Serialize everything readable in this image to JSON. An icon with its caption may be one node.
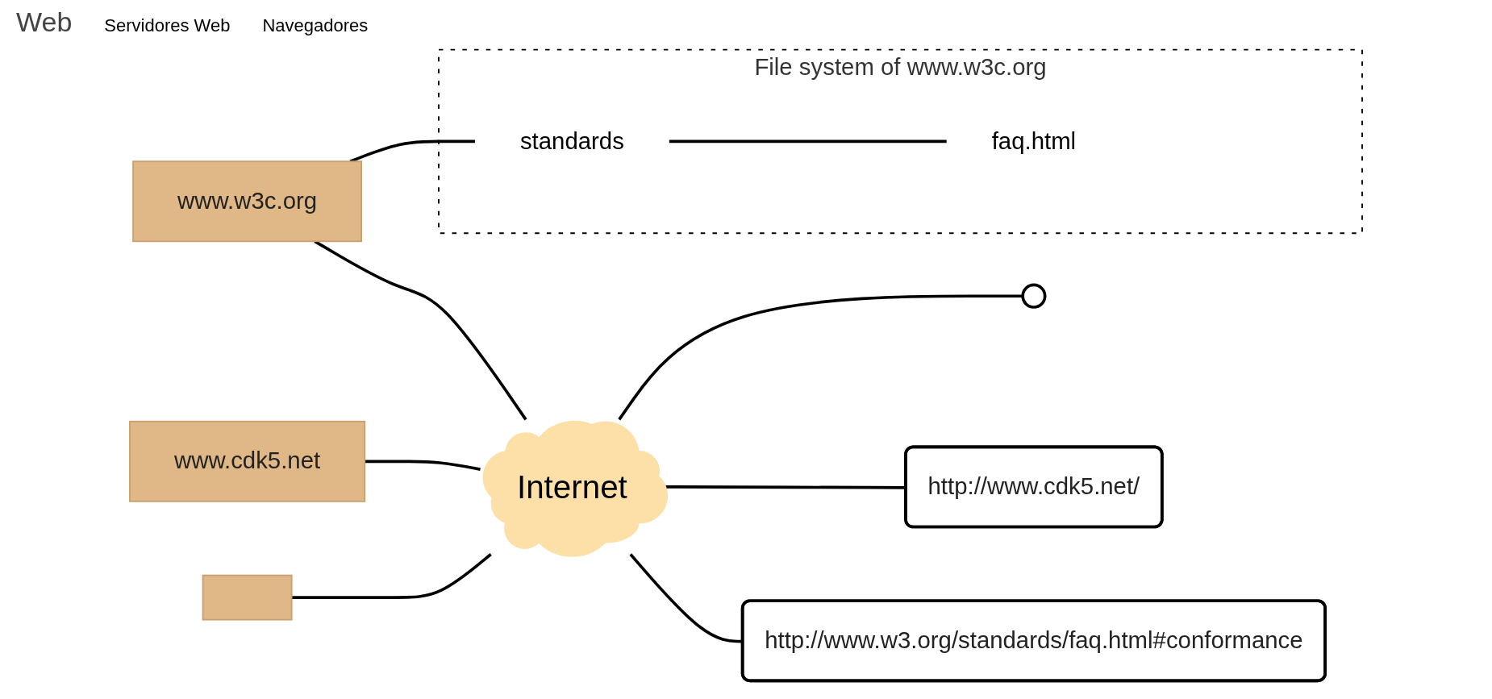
{
  "diagram": {
    "title": "Web",
    "nodes": [
      {
        "text": [],
        "shape": "box"
      },
      {
        "text": [
          "www.cdk5.net"
        ]
      },
      {
        "text": [
          "www.w3c.org"
        ]
      },
      {
        "text": [
          "Internet"
        ]
      },
      {
        "text": [],
        "shape": "circle"
      },
      {
        "text": [
          "http://www.cdk5.net/"
        ]
      },
      {
        "text": [
          "http://www.w3.org/standards/faq.html#conformance"
        ]
      },
      {
        "text": [
          "File system of www.w3c.org"
        ]
      },
      {
        "text": [
          "standards"
        ],
        "in": 7
      },
      {
        "text": [
          "faq.html"
        ],
        "in": 7
      }
    ],
    "edges": [
      {
        "from": 0,
        "to": 3,
        "arrow": "none"
      },
      {
        "from": 1,
        "to": 3,
        "arrow": "none"
      },
      {
        "from": 2,
        "to": 3,
        "arrow": "none"
      },
      {
        "from": 3,
        "to": 4,
        "arrow": "none"
      },
      {
        "from": 3,
        "to": 5,
        "arrow": "none"
      },
      {
        "from": 3,
        "to": 6,
        "arrow": "none"
      },
      {
        "from": 2,
        "to": 8,
        "arrow": "none"
      },
      {
        "from": 8,
        "to": 9,
        "arrow": "none"
      }
    ],
    "labels": [
      "Servidores Web",
      "Navegadores"
    ]
  }
}
